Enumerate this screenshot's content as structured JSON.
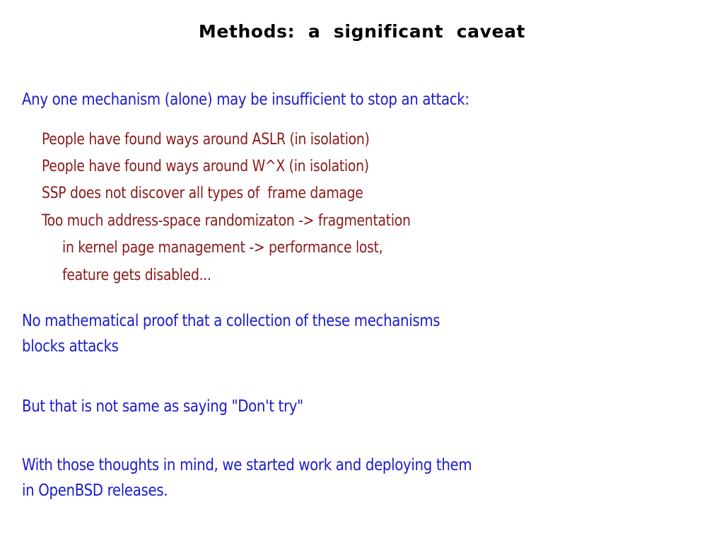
{
  "slide": {
    "title": "Methods:  a  significant  caveat",
    "background_color": "#ffffff",
    "title_color": "#000000",
    "blue_color": "#1b1bcc",
    "red_color": "#8b1a1a",
    "intro": "Any one mechanism (alone) may be insufficient to stop an attack:",
    "bullets": [
      "People have found ways around ASLR (in isolation)",
      "People have found ways around W^X (in isolation)",
      "SSP does not discover all types of  frame damage",
      "Too much address-space randomizaton -> fragmentation",
      "in kernel page management -> performance lost,",
      "feature gets disabled..."
    ],
    "paragraphs": [
      {
        "lines": [
          "No mathematical proof that a collection of these mechanisms",
          "blocks attacks"
        ]
      },
      {
        "lines": [
          "But that is not same as saying \"Don't try\""
        ]
      },
      {
        "lines": [
          "With those thoughts in mind, we started work and deploying them",
          "in OpenBSD releases."
        ]
      }
    ]
  }
}
